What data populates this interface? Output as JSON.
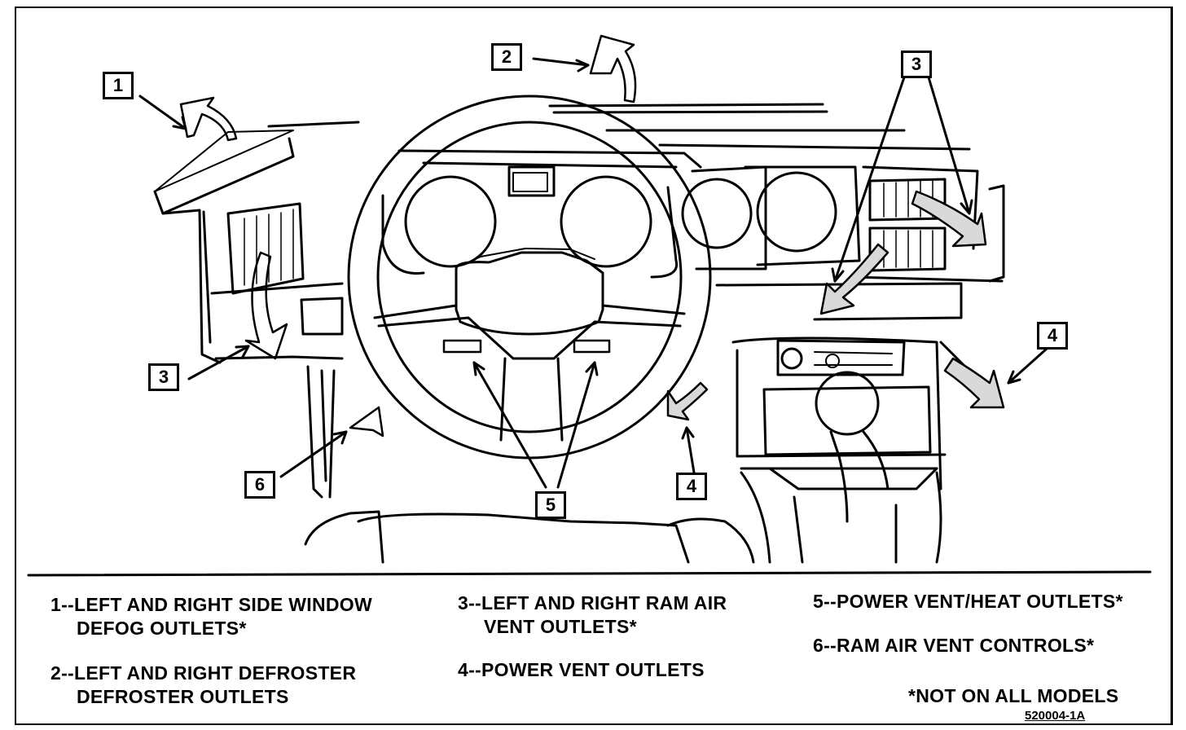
{
  "callouts": {
    "c1": "1",
    "c2": "2",
    "c3_left": "3",
    "c3_right": "3",
    "c4_left": "4",
    "c4_right": "4",
    "c5": "5",
    "c6": "6"
  },
  "legend": {
    "item1_line1": "1--LEFT AND RIGHT SIDE WINDOW",
    "item1_line2": "DEFOG OUTLETS*",
    "item2_line1": "2--LEFT AND RIGHT DEFROSTER",
    "item2_line2": "DEFROSTER OUTLETS",
    "item3_line1": "3--LEFT AND RIGHT RAM AIR",
    "item3_line2": "VENT OUTLETS*",
    "item4": "4--POWER VENT OUTLETS",
    "item5": "5--POWER VENT/HEAT OUTLETS*",
    "item6": "6--RAM AIR VENT CONTROLS*",
    "note": "*NOT ON ALL MODELS"
  },
  "figure_id": "520004-1A"
}
